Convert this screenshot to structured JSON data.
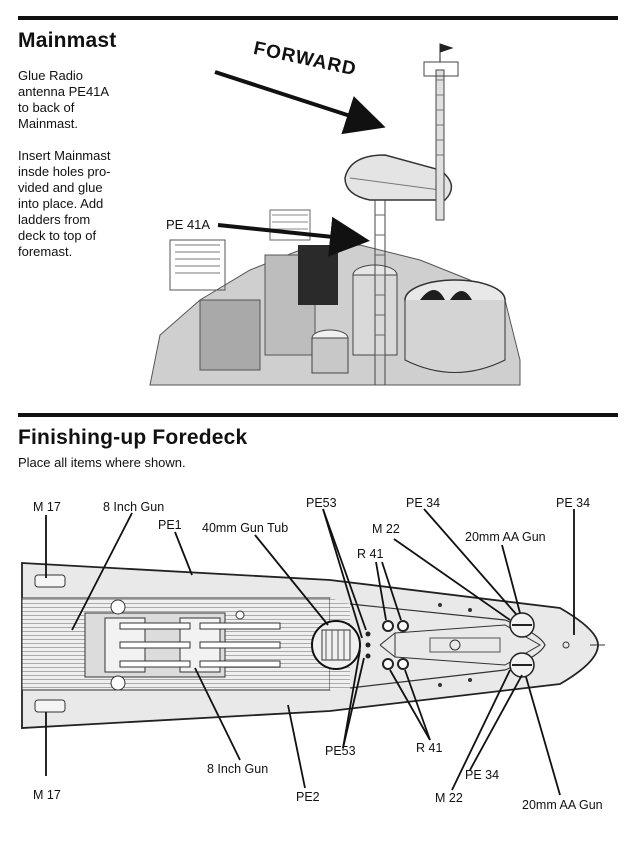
{
  "mainmast": {
    "title": "Mainmast",
    "paragraph1": [
      "Glue Radio",
      "antenna PE41A",
      "to back of",
      "Mainmast."
    ],
    "paragraph2": [
      "Insert Mainmast",
      "insde holes pro-",
      "vided and glue",
      "into place. Add",
      "ladders from",
      "deck to top of",
      "foremast."
    ],
    "forward_label": "FORWARD",
    "pe41a_label": "PE 41A"
  },
  "foredeck": {
    "title": "Finishing-up Foredeck",
    "subtitle": "Place all items where shown.",
    "labels": {
      "m17_top": "M 17",
      "gun8_top": "8 Inch Gun",
      "pe1": "PE1",
      "gun_tub": "40mm Gun Tub",
      "pe53_top": "PE53",
      "pe34_top_left": "PE 34",
      "pe34_top_right": "PE 34",
      "m22_top": "M 22",
      "aa20_top": "20mm AA Gun",
      "r41_top": "R 41",
      "m17_bottom": "M 17",
      "gun8_bottom": "8 Inch Gun",
      "pe2": "PE2",
      "pe53_bottom": "PE53",
      "r41_bottom": "R 41",
      "pe34_bottom": "PE 34",
      "m22_bottom": "M 22",
      "aa20_bottom": "20mm AA Gun"
    }
  }
}
